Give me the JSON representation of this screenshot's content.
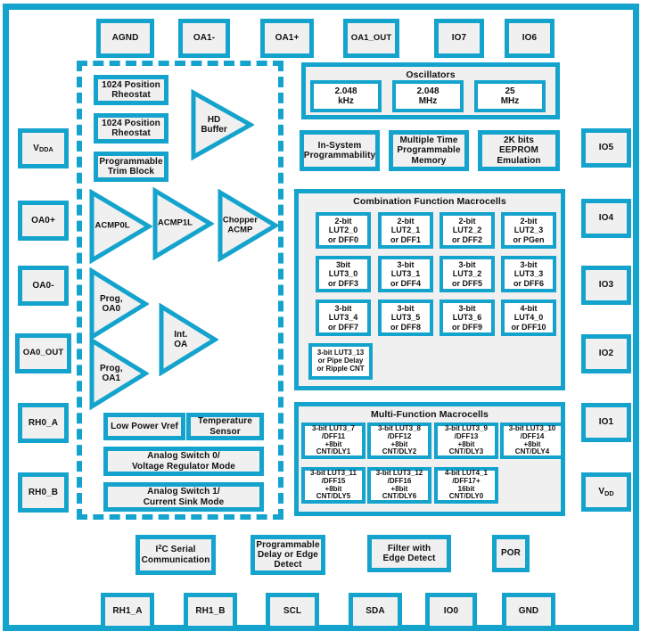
{
  "diagram": {
    "title": "Mixed-Signal Programmable Device Block Diagram",
    "accent_color": "#13A3CC",
    "block_fill": "#F0F0F0",
    "cell_fill": "#FFFFFF",
    "background": "#FFFFFF"
  },
  "pins_top": [
    {
      "label": "AGND"
    },
    {
      "label": "OA1-"
    },
    {
      "label": "OA1+"
    },
    {
      "label": "OA1_OUT"
    },
    {
      "label": "IO7"
    },
    {
      "label": "IO6"
    }
  ],
  "pins_left": [
    {
      "label": "V",
      "sub": "DDA"
    },
    {
      "label": "OA0+"
    },
    {
      "label": "OA0-"
    },
    {
      "label": "OA0_OUT"
    },
    {
      "label": "RH0_A"
    },
    {
      "label": "RH0_B"
    }
  ],
  "pins_right": [
    {
      "label": "IO5"
    },
    {
      "label": "IO4"
    },
    {
      "label": "IO3"
    },
    {
      "label": "IO2"
    },
    {
      "label": "IO1"
    },
    {
      "label": "V",
      "sub": "DD"
    }
  ],
  "pins_bottom": [
    {
      "label": "RH1_A"
    },
    {
      "label": "RH1_B"
    },
    {
      "label": "SCL"
    },
    {
      "label": "SDA"
    },
    {
      "label": "IO0"
    },
    {
      "label": "GND"
    }
  ],
  "analog_blocks": [
    {
      "label": "1024 Position\nRheostat"
    },
    {
      "label": "1024 Position\nRheostat"
    },
    {
      "label": "Programmable\nTrim Block"
    },
    {
      "label": "Low Power Vref"
    },
    {
      "label": "Temperature\nSensor"
    },
    {
      "label": "Analog Switch 0/\nVoltage Regulator Mode"
    },
    {
      "label": "Analog Switch 1/\nCurrent Sink Mode"
    }
  ],
  "amplifiers": [
    {
      "label": "HD\nBuffer"
    },
    {
      "label": "ACMP0L"
    },
    {
      "label": "ACMP1L"
    },
    {
      "label": "Chopper\nACMP"
    },
    {
      "label": "Prog,\nOA0"
    },
    {
      "label": "Int.\nOA"
    },
    {
      "label": "Prog,\nOA1"
    }
  ],
  "oscillators": {
    "title": "Oscillators",
    "items": [
      {
        "label": "2.048\nkHz"
      },
      {
        "label": "2.048\nMHz"
      },
      {
        "label": "25\nMHz"
      }
    ]
  },
  "memory_blocks": [
    {
      "label": "In-System\nProgrammability"
    },
    {
      "label": "Multiple Time\nProgrammable\nMemory"
    },
    {
      "label": "2K bits\nEEPROM\nEmulation"
    }
  ],
  "combination_macrocells": {
    "title": "Combination Function Macrocells",
    "cells": [
      {
        "label": "2-bit\nLUT2_0\nor DFF0"
      },
      {
        "label": "2-bit\nLUT2_1\nor DFF1"
      },
      {
        "label": "2-bit\nLUT2_2\nor DFF2"
      },
      {
        "label": "2-bit\nLUT2_3\nor PGen"
      },
      {
        "label": "3bit\nLUT3_0\nor DFF3"
      },
      {
        "label": "3-bit\nLUT3_1\nor DFF4"
      },
      {
        "label": "3-bit\nLUT3_2\nor DFF5"
      },
      {
        "label": "3-bit\nLUT3_3\nor DFF6"
      },
      {
        "label": "3-bit\nLUT3_4\nor DFF7"
      },
      {
        "label": "3-bit\nLUT3_5\nor DFF8"
      },
      {
        "label": "3-bit\nLUT3_6\nor DFF9"
      },
      {
        "label": "4-bit\nLUT4_0\nor DFF10"
      },
      {
        "label": "3-bit LUT3_13\nor Pipe Delay\nor Ripple CNT"
      }
    ]
  },
  "multi_function_macrocells": {
    "title": "Multi-Function Macrocells",
    "cells": [
      {
        "label": "3-bit LUT3_7\n/DFF11\n+8bit\nCNT/DLY1"
      },
      {
        "label": "3-bit LUT3_8\n/DFF12\n+8bit\nCNT/DLY2"
      },
      {
        "label": "3-bit LUT3_9\n/DFF13\n+8bit\nCNT/DLY3"
      },
      {
        "label": "3-bit LUT3_10\n/DFF14\n+8bit\nCNT/DLY4"
      },
      {
        "label": "3-bit LUT3_11\n/DFF15\n+8bit\nCNT/DLY5"
      },
      {
        "label": "3-bit LUT3_12\n/DFF16\n+8bit\nCNT/DLY6"
      },
      {
        "label": "4-bit LUT4_1\n/DFF17+\n16bit\nCNT/DLY0"
      }
    ]
  },
  "bottom_blocks": [
    {
      "label_pre": "I",
      "label_sup": "2",
      "label_post": "C Serial\nCommunication"
    },
    {
      "label": "Programmable\nDelay or Edge\nDetect"
    },
    {
      "label": "Filter with\nEdge Detect"
    },
    {
      "label": "POR"
    }
  ]
}
